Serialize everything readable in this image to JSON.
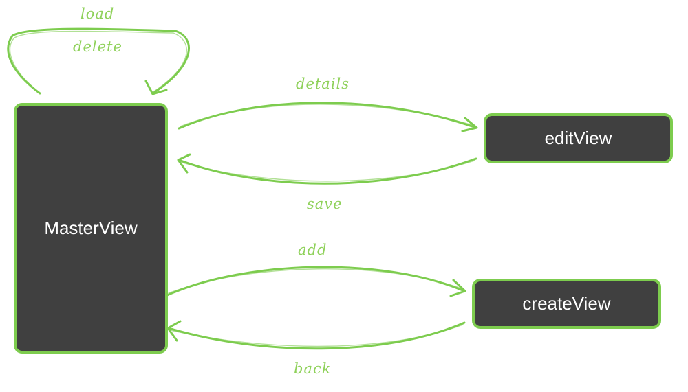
{
  "nodes": {
    "master": "MasterView",
    "edit": "editView",
    "create": "createView"
  },
  "edges": {
    "load": "load",
    "delete": "delete",
    "details": "details",
    "save": "save",
    "add": "add",
    "back": "back"
  },
  "colors": {
    "node_fill": "#404040",
    "accent_green": "#7dcc4e",
    "text": "#ffffff"
  }
}
